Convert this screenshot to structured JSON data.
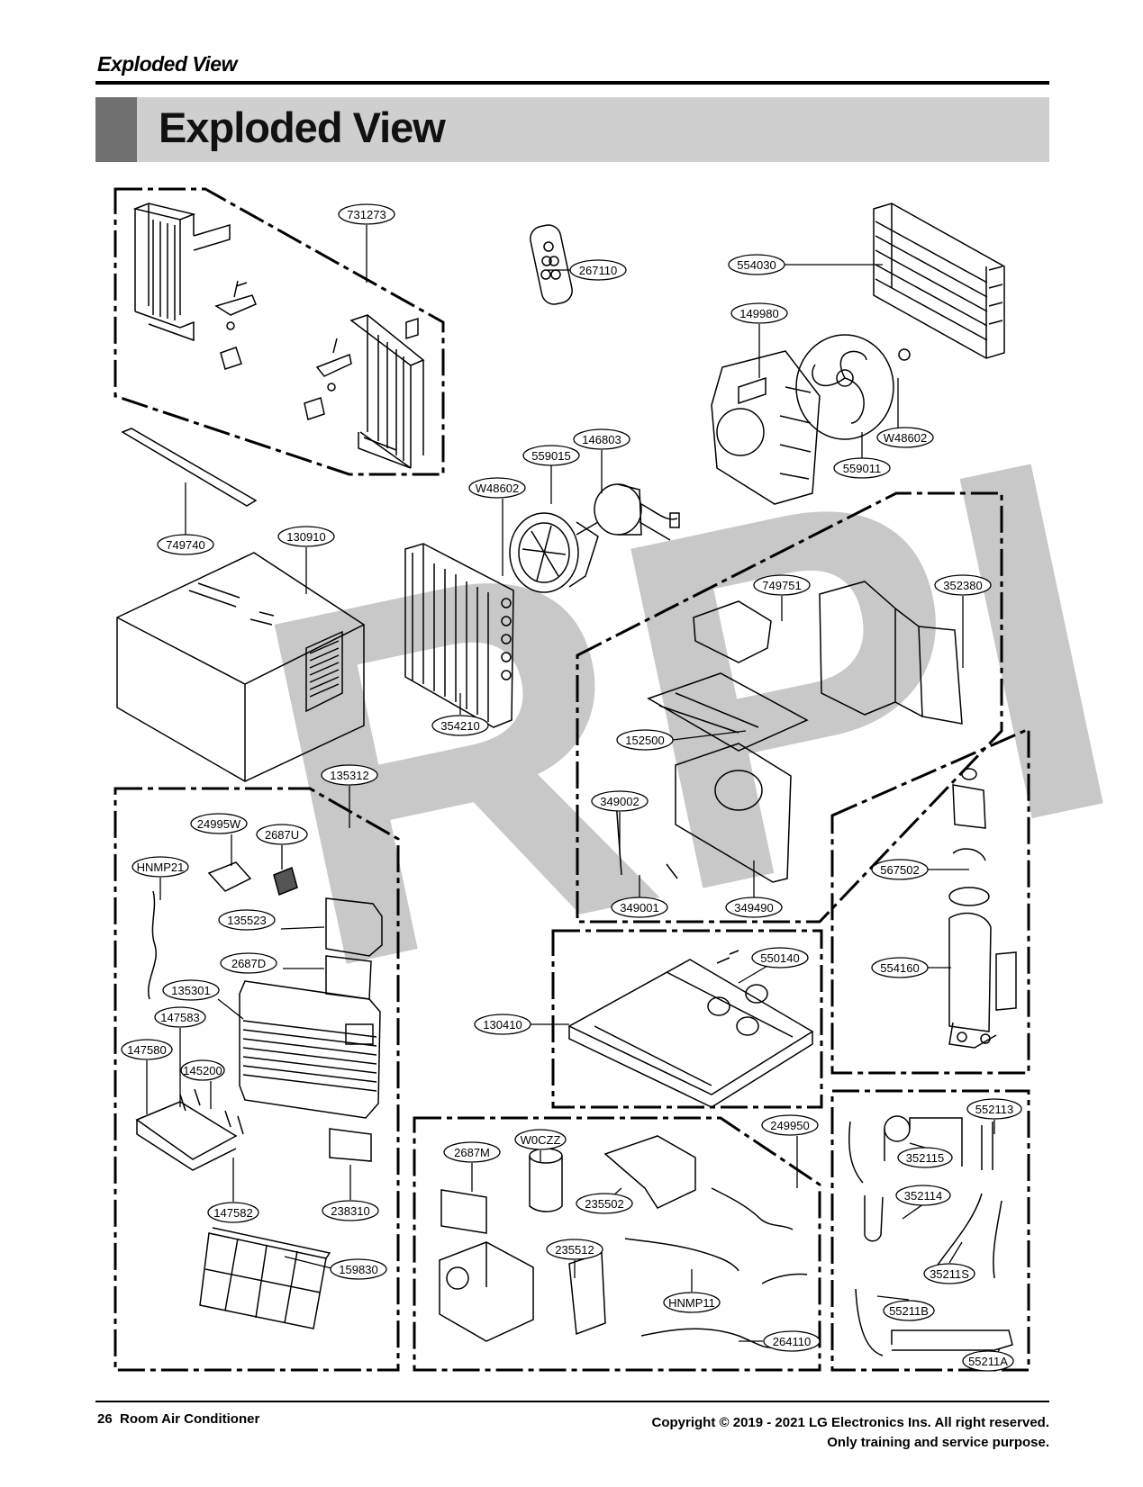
{
  "header": {
    "section_label": "Exploded View"
  },
  "title": "Exploded View",
  "watermark": "RPI",
  "callouts": [
    "731273",
    "267110",
    "554030",
    "149980",
    "146803",
    "559015",
    "W48602",
    "W48602",
    "559011",
    "749740",
    "130910",
    "354210",
    "749751",
    "352380",
    "152500",
    "135312",
    "349002",
    "349001",
    "349490",
    "24995W",
    "2687U",
    "HNMP21",
    "135523",
    "2687D",
    "135301",
    "147583",
    "147580",
    "145200",
    "147582",
    "238310",
    "159830",
    "567502",
    "554160",
    "550140",
    "130410",
    "2687M",
    "W0CZZ",
    "235502",
    "249950",
    "235512",
    "HNMP11",
    "264110",
    "552113",
    "352115",
    "352114",
    "35211S",
    "55211B",
    "55211A"
  ],
  "footer": {
    "page_number": "26",
    "product": "Room Air Conditioner",
    "copyright": "Copyright © 2019 - 2021 LG Electronics Ins. All right reserved.",
    "notice": "Only training and service purpose."
  }
}
